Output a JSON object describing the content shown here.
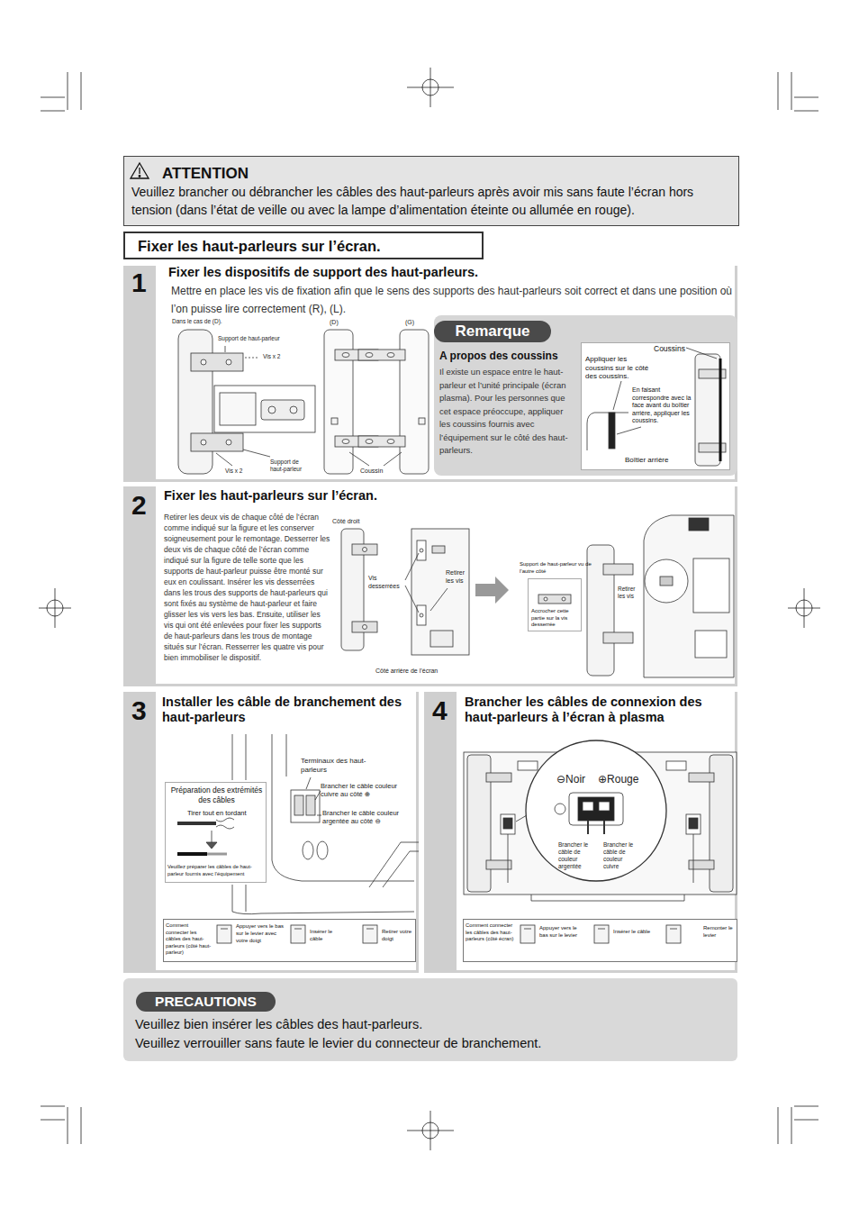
{
  "diagram": {
    "nodes": [
      {
        "text": [
          "ATTENTION",
          "Veuillez brancher ou débrancher les câbles des haut-parleurs après avoir mis sans faute l’écran hors tension (dans l’état de veille ou avec la lampe d’alimentation éteinte ou allumée en rouge)."
        ]
      },
      {
        "text": [
          "Fixer les haut-parleurs sur l’écran."
        ]
      },
      {
        "text": [
          "1",
          "Fixer les dispositifs de support des haut-parleurs.",
          "Mettre en place les vis de fixation afin que le sens des supports des haut-parleurs soit correct et dans une position où l’on puisse lire correctement (R), (L)."
        ]
      },
      {
        "text": [
          "Remarque",
          "A propos des coussins",
          "Il existe un espace entre le haut-parleur et l’unité principale (écran plasma). Pour les personnes que cet espace préoccupe, appliquer les coussins fournis avec l’équipement sur le côté des haut-parleurs."
        ],
        "in": 2
      },
      {
        "text": [
          "Coussins",
          "Appliquer les coussins sur le côté des coussins.",
          "En faisant correspondre avec la face avant du boîtier arrière, appliquer les coussins.",
          "Boîtier arrière"
        ],
        "in": 3
      },
      {
        "text": [
          "2",
          "Fixer les haut-parleurs sur l’écran.",
          "Retirer les deux vis de chaque côté de l’écran comme indiqué sur la figure et les conserver soigneusement pour le remontage. Desserrer les deux vis de chaque côté de l’écran comme indiqué sur la figure de telle sorte que les supports de haut-parleur puisse être monté sur eux en coulissant. Insérer les vis desserrées dans les trous des supports de haut-parleurs qui sont fixés au système de haut-parleur et faire glisser les vis vers les bas. Ensuite, utiliser les vis qui ont été enlevées pour fixer les supports de haut-parleurs dans les trous de montage situés sur l’écran. Resserrer les quatre vis pour bien immobiliser le dispositif."
        ]
      },
      {
        "text": [
          "Support de haut-parleur vu de l’autre côté",
          "Accrocher cette partie sur la vis desserrée"
        ],
        "in": 5
      },
      {
        "text": [
          "3",
          "Installer les câble de branchement des haut-parleurs"
        ]
      },
      {
        "text": [
          "Préparation des extrémités des câbles",
          "Tirer tout en tordant",
          "Veuillez préparer les câbles de haut-parleur fournis avec l’équipement"
        ],
        "in": 7
      },
      {
        "text": [
          "Comment connecter les câbles des haut-parleurs (côté haut-parleur)",
          "Appuyer vers le bas sur le levier avec votre doigt",
          "Insérer le câble",
          "Retirer votre doigt"
        ],
        "in": 7
      },
      {
        "text": [
          "4",
          "Brancher les câbles de connexion des haut-parleurs à l’écran à plasma"
        ]
      },
      {
        "text": [
          "Comment connecter les câbles des haut-parleurs (côté écran)",
          "Appuyer vers le bas sur le levier",
          "Insérer le câble",
          "Remonter le levier"
        ],
        "in": 10
      },
      {
        "text": [
          "PRECAUTIONS",
          "Veuillez bien insérer les câbles des haut-parleurs.",
          "Veuillez verrouiller sans faute le levier du connecteur de branchement."
        ]
      }
    ],
    "labels": [
      "Dans le cas de (D).",
      "Support de haut-parleur",
      "Vis x 2",
      "Support de haut-parleur",
      "Vis x 2",
      "(D)",
      "(G)",
      "Coussin",
      "Côté droit",
      "Vis desserrées",
      "Retirer les vis",
      "Côté arrière de l’écran",
      "Retirer les vis",
      "Terminaux des haut-parleurs",
      "Brancher le câble couleur cuivre au côté ⊕",
      "Brancher le câble couleur argentée au côté ⊖",
      "⊖Noir",
      "⊕Rouge",
      "Brancher le câble de couleur argentée",
      "Brancher le câble de couleur cuivre"
    ]
  }
}
